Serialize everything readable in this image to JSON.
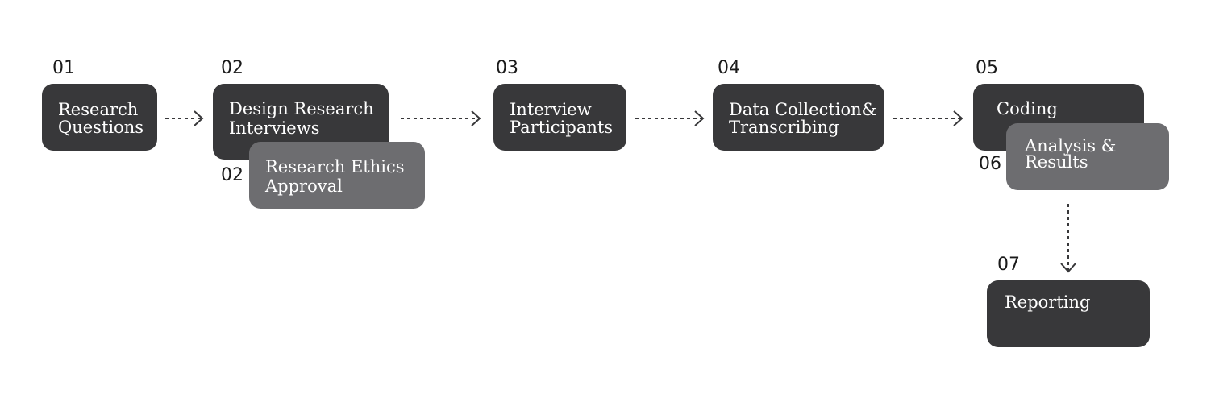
{
  "diagram": {
    "steps": [
      {
        "number": "01",
        "lines": [
          "Research",
          "Questions"
        ]
      },
      {
        "number": "02",
        "lines": [
          "Design Research",
          "Interviews"
        ]
      },
      {
        "number": "02",
        "lines": [
          "Research Ethics",
          "Approval"
        ]
      },
      {
        "number": "03",
        "lines": [
          "Interview",
          "Participants"
        ]
      },
      {
        "number": "04",
        "lines": [
          "Data Collection&",
          "Transcribing"
        ]
      },
      {
        "number": "05",
        "lines": [
          "Coding"
        ]
      },
      {
        "number": "06",
        "lines": [
          "Analysis &",
          "Results"
        ]
      },
      {
        "number": "07",
        "lines": [
          "Reporting"
        ]
      }
    ],
    "colors": {
      "primary_box": "#38383a",
      "secondary_box": "#6d6d70",
      "connector": "#38383a"
    }
  }
}
